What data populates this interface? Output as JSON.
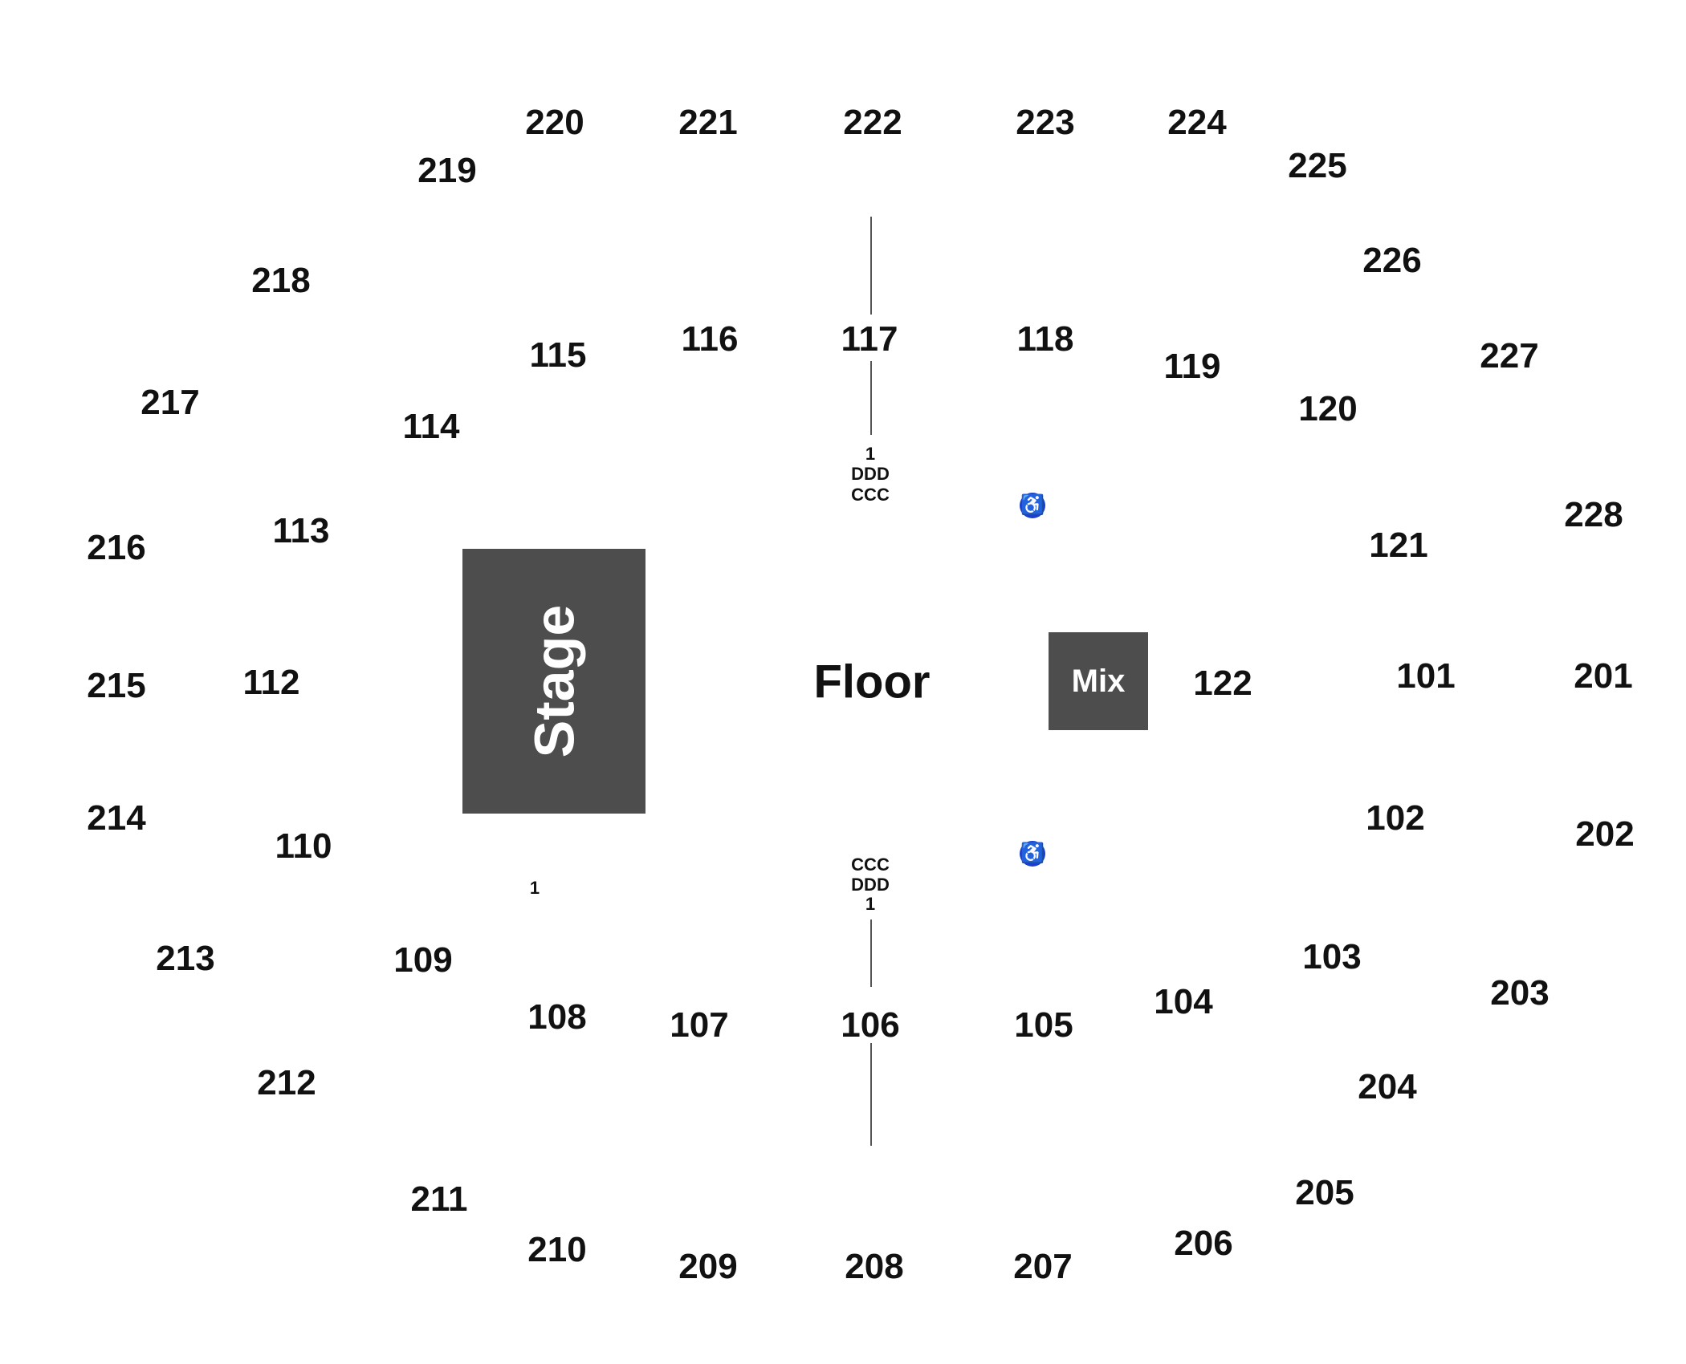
{
  "venue": {
    "stage_label": "Stage",
    "floor_label": "Floor",
    "mix_label": "Mix",
    "accessible_icon": "wheelchair-icon",
    "accessible_color": "#1a3fcc",
    "block_color": "#4d4d4d"
  },
  "sections": [
    "220",
    "221",
    "222",
    "223",
    "224",
    "219",
    "225",
    "218",
    "226",
    "227",
    "217",
    "115",
    "116",
    "117",
    "118",
    "119",
    "120",
    "114",
    "113",
    "216",
    "228",
    "121",
    "215",
    "112",
    "122",
    "101",
    "201",
    "214",
    "110",
    "102",
    "202",
    "213",
    "109",
    "103",
    "203",
    "108",
    "107",
    "106",
    "105",
    "104",
    "212",
    "204",
    "211",
    "205",
    "210",
    "209",
    "208",
    "207",
    "206"
  ],
  "row_labels": [
    "1",
    "DDD",
    "CCC",
    "CCC",
    "DDD",
    "1",
    "1"
  ]
}
